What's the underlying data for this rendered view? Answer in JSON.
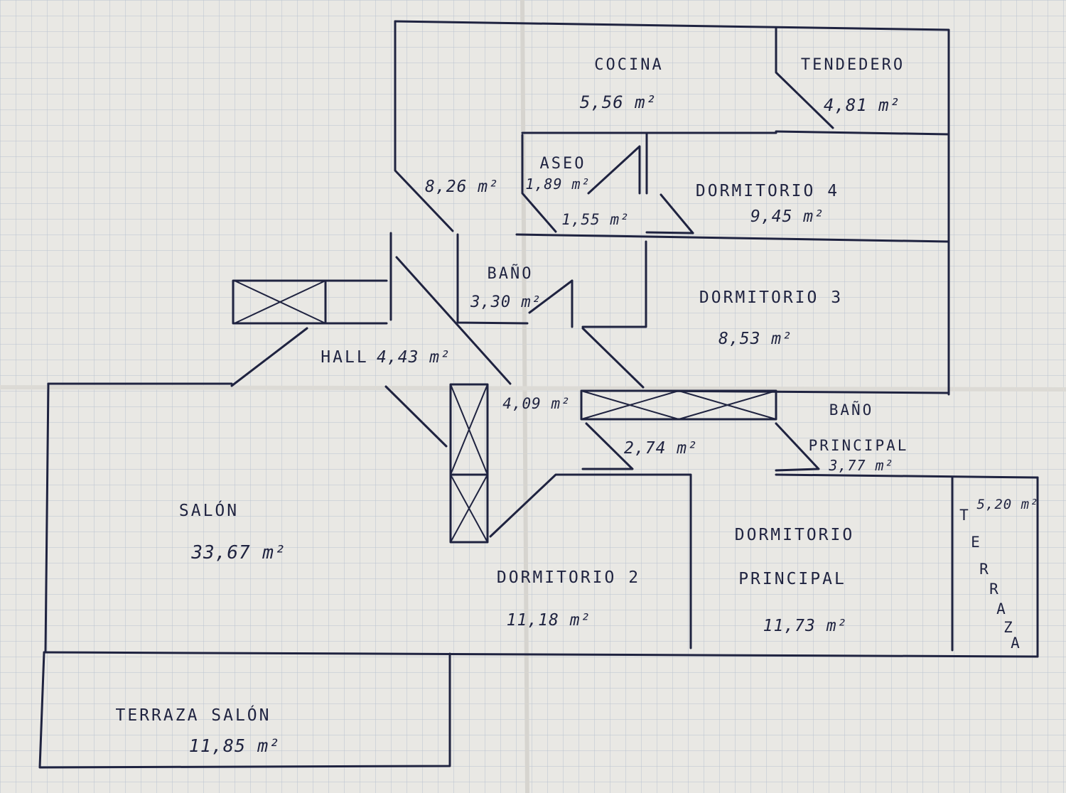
{
  "colors": {
    "paper": "#e9e8e4",
    "grid": "#b9c2cf",
    "ink": "#1f2340"
  },
  "rooms": {
    "cocina": {
      "name": "COCINA",
      "area": "5,56 m²"
    },
    "tendedero": {
      "name": "TENDEDERO",
      "area": "4,81 m²"
    },
    "pasillo_cocina": {
      "area": "8,26 m²"
    },
    "aseo": {
      "name": "ASEO",
      "area": "1,89 m²"
    },
    "paso_aseo": {
      "area": "1,55 m²"
    },
    "dormitorio4": {
      "name": "DORMITORIO 4",
      "area": "9,45 m²"
    },
    "bano": {
      "name": "BAÑO",
      "area": "3,30 m²"
    },
    "dormitorio3": {
      "name": "DORMITORIO 3",
      "area": "8,53 m²"
    },
    "hall": {
      "name": "HALL",
      "area": "4,43 m²"
    },
    "distribuidor": {
      "area": "4,09 m²"
    },
    "paso_principal": {
      "area": "2,74 m²"
    },
    "bano_principal": {
      "name_line1": "BAÑO",
      "name_line2": "PRINCIPAL",
      "area": "3,77 m²"
    },
    "salon": {
      "name": "SALÓN",
      "area": "33,67 m²"
    },
    "dormitorio2": {
      "name": "DORMITORIO 2",
      "area": "11,18 m²"
    },
    "dormitorio_principal": {
      "name_line1": "DORMITORIO",
      "name_line2": "PRINCIPAL",
      "area": "11,73 m²"
    },
    "terraza": {
      "letters": [
        "T",
        "E",
        "R",
        "R",
        "A",
        "Z",
        "A"
      ],
      "area": "5,20 m²"
    },
    "terraza_salon": {
      "name": "TERRAZA SALÓN",
      "area": "11,85 m²"
    }
  }
}
